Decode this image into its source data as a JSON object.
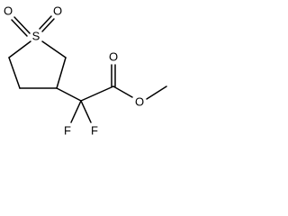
{
  "atoms": {
    "sulfur": "S",
    "sulfonyl_oxygen_left": "O",
    "sulfonyl_oxygen_right": "O",
    "carbonyl_oxygen": "O",
    "ester_oxygen": "O",
    "fluorine_left": "F",
    "fluorine_right": "F"
  },
  "colors": {
    "bond": "#000000",
    "label": "#000000",
    "background": "#ffffff"
  }
}
